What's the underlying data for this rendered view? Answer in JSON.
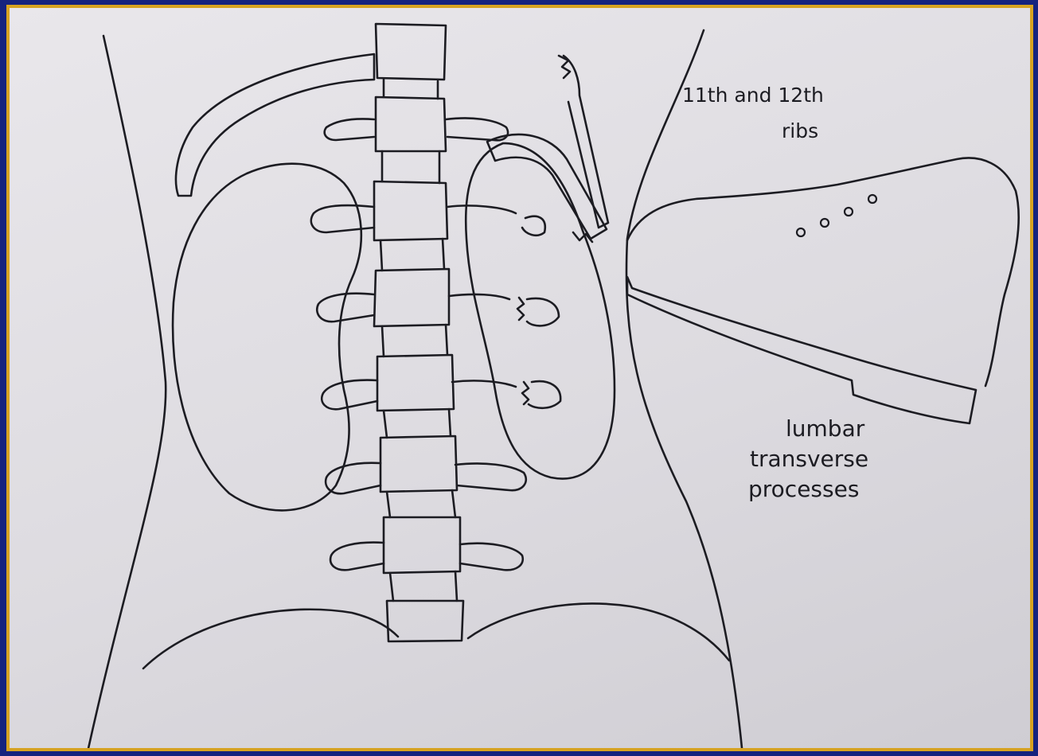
{
  "labels": {
    "ribs_line1": "11th and 12th",
    "ribs_line2": "ribs",
    "lumbar_line1": "lumbar",
    "lumbar_line2": "transverse",
    "lumbar_line3": "processes"
  },
  "colors": {
    "outer_border": "#15237e",
    "gold_border": "#d7a321",
    "paper": "#e4e2e6",
    "ink": "#1c1c22"
  }
}
